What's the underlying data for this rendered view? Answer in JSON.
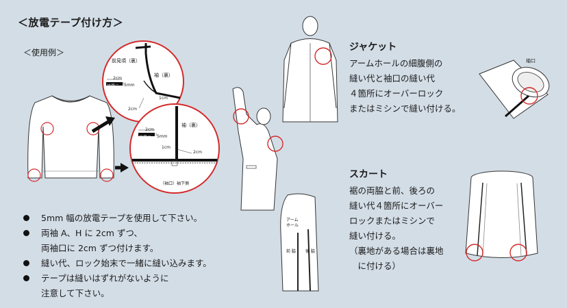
{
  "title": "＜放電テープ付け方＞",
  "usage_example": "＜使用例＞",
  "notes": [
    {
      "bullet": true,
      "text": "5mm 幅の放電テープを使用して下さい。"
    },
    {
      "bullet": true,
      "text": "両袖 A、H に 2cm ずつ、"
    },
    {
      "bullet": false,
      "text": "両袖口に 2cm ずつ付けます。"
    },
    {
      "bullet": true,
      "text": "縫い代、ロック始末で一緒に縫い込みます。"
    },
    {
      "bullet": true,
      "text": "テープは縫いはずれがないように"
    },
    {
      "bullet": false,
      "text": "注意して下さい。"
    }
  ],
  "detail_top": {
    "label_armhole": "前見頃（裏）",
    "label_sleeve": "袖（裏）",
    "dim_2cm_a": "2cm",
    "tape": "放電テープ",
    "dim_5mm": "5mm",
    "dim_1cm": "1cm",
    "dim_2cm_b": "2cm"
  },
  "detail_bottom": {
    "label_sleeve": "袖（裏）",
    "dim_2cm_a": "2cm",
    "tape": "放電テープ",
    "dim_5mm": "5mm",
    "dim_1cm": "1cm",
    "dim_2cm_b": "2cm",
    "label_cuff": "（袖口）袖下側"
  },
  "jacket": {
    "heading": "ジャケット",
    "body": "アームホールの細腹側の\n縫い代と袖口の縫い代\n４箇所にオーバーロック\nまたはミシンで縫い付ける。",
    "cuff_label": "袖口"
  },
  "skirt": {
    "heading": "スカート",
    "body": "裾の両脇と前、後ろの\n縫い代４箇所にオーバー\nロックまたはミシンで\n縫い付ける。\n（裏地がある場合は裏地\n　に付ける）"
  },
  "lining_labels": {
    "armhole": "アーム\nホール",
    "front": "前 脇",
    "back": "後 脇"
  },
  "colors": {
    "background": "#d3dde6",
    "marker": "#d42a2a",
    "tape": "#111111"
  }
}
